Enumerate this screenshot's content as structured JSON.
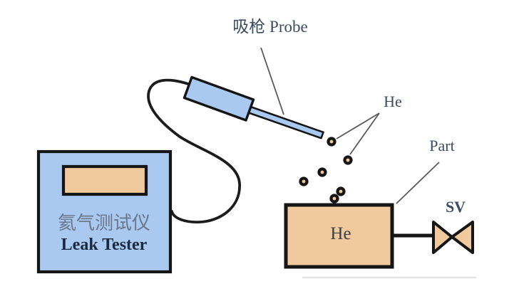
{
  "diagram_title": "Helium sniffer leak test schematic",
  "labels": {
    "probe": "吸枪 Probe",
    "he_particles": "He",
    "part": "Part",
    "sv_valve": "SV",
    "tester_cn": "氦气测试仪",
    "tester_en": "Leak Tester",
    "part_contents": "He"
  },
  "components": {
    "leak_tester": "Leak tester instrument with display screen",
    "probe": "Hand-held sniffer probe with wand",
    "cable": "Flexible cable from probe to tester",
    "part": "Part under test filled with He",
    "valve": "Shut-off valve SV on pipe",
    "he_dot_count": 6
  },
  "colors": {
    "device_blue": "#a9c9f0",
    "component_tan": "#f0ca9c",
    "outline": "#151515",
    "pointer": "#5a5a5a",
    "label_text": "#3d4c61",
    "tester_cn_text": "#6b7689",
    "tester_en_text": "#1b2940",
    "artifact_gray": "#e3e3e3",
    "background": "#ffffff"
  }
}
